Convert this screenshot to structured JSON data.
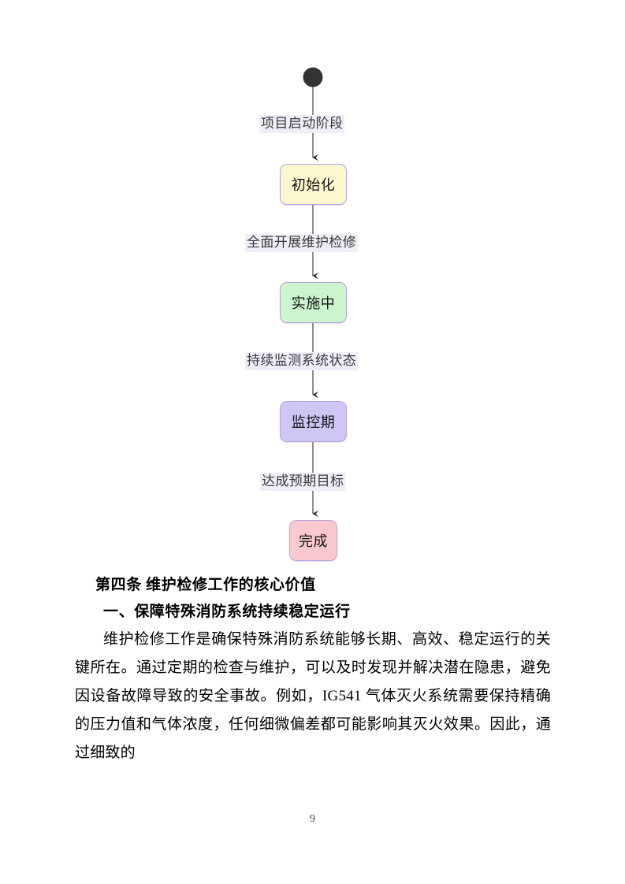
{
  "document": {
    "page_number": "9",
    "heading": "第四条  维护检修工作的核心价值",
    "subheading": "一、保障特殊消防系统持续稳定运行",
    "paragraph": "维护检修工作是确保特殊消防系统能够长期、高效、稳定运行的关键所在。通过定期的检查与维护，可以及时发现并解决潜在隐患，避免因设备故障导致的安全事故。例如，IG541 气体灭火系统需要保持精确的压力值和气体浓度，任何细微偏差都可能影响其灭火效果。因此，通过细致的"
  },
  "diagram": {
    "type": "state-diagram",
    "start_node": {
      "label": "",
      "shape": "filled-circle",
      "color": "#333333"
    },
    "nodes": [
      {
        "id": "init",
        "label": "初始化",
        "fill": "#fbf7ce",
        "stroke": "#b9a2dc"
      },
      {
        "id": "running",
        "label": "实施中",
        "fill": "#ccf5cd",
        "stroke": "#b9a2dc"
      },
      {
        "id": "monitoring",
        "label": "监控期",
        "fill": "#cfc6f5",
        "stroke": "#b9a2dc"
      },
      {
        "id": "done",
        "label": "完成",
        "fill": "#f9c9cf",
        "stroke": "#b9a2dc"
      }
    ],
    "edges": [
      {
        "from": "start",
        "to": "init",
        "label": "项目启动阶段"
      },
      {
        "from": "init",
        "to": "running",
        "label": "全面开展维护检修"
      },
      {
        "from": "running",
        "to": "monitoring",
        "label": "持续监测系统状态"
      },
      {
        "from": "monitoring",
        "to": "done",
        "label": "达成预期目标"
      }
    ],
    "edge_label_bg": "#eeeef8",
    "edge_line_color": "#7a7a7a"
  }
}
